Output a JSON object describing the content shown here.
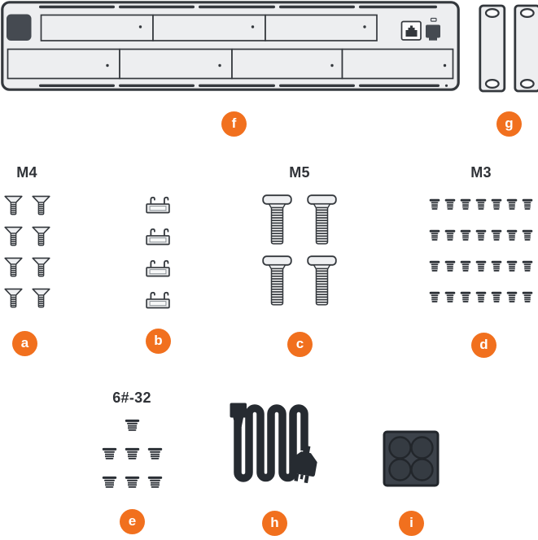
{
  "colors": {
    "accent": "#F1701E",
    "outline": "#34383D",
    "fill_light": "#EDEEF0",
    "hardware_dark": "#2A2F35",
    "cable_dark": "#262B31",
    "pad_dark": "#3C424A"
  },
  "badges": {
    "a": "a",
    "b": "b",
    "c": "c",
    "d": "d",
    "e": "e",
    "f": "f",
    "g": "g",
    "h": "h",
    "i": "i"
  },
  "device": {
    "badge": "f",
    "kind": "rack-server-top-view",
    "ports": [
      "ethernet-port",
      "console-port"
    ],
    "drive_bays_top_row": 3,
    "drive_bays_bottom_row": 4
  },
  "brackets": {
    "badge": "g",
    "count": 2,
    "kind": "rack-ear-bracket"
  },
  "parts": [
    {
      "id": "a",
      "label": "M4",
      "type": "m4-screw",
      "count": 8,
      "cols": 2
    },
    {
      "id": "b",
      "label": "",
      "type": "cage-nut-clip",
      "count": 4,
      "cols": 1
    },
    {
      "id": "c",
      "label": "M5",
      "type": "m5-screw",
      "count": 4,
      "cols": 2
    },
    {
      "id": "d",
      "label": "M3",
      "type": "m3-screw",
      "count": 28,
      "cols": 7
    },
    {
      "id": "e",
      "label": "6#-32",
      "type": "no632-screw",
      "count": 7,
      "arrangement": [
        1,
        3,
        3
      ]
    },
    {
      "id": "h",
      "label": "",
      "type": "power-cord",
      "count": 1
    },
    {
      "id": "i",
      "label": "",
      "type": "rubber-feet-pad",
      "count": 1
    }
  ]
}
